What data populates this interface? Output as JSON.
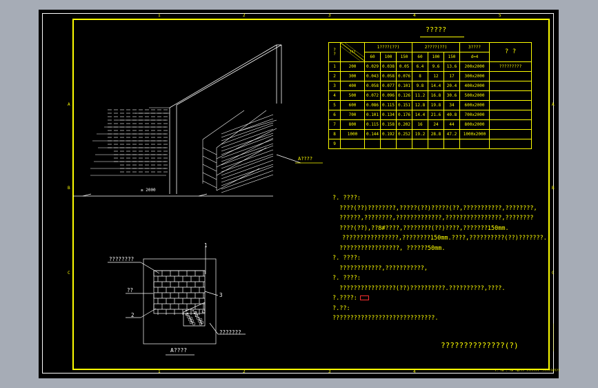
{
  "drawing": {
    "title": "?????",
    "sheet_title": "??????????????(?)",
    "title_block_text": "?. ?# . ?# -0??? ??????? .?????#???",
    "column_ticks": [
      "1",
      "2",
      "3",
      "4",
      "5"
    ],
    "row_ticks": [
      "A",
      "B",
      "C"
    ]
  },
  "table": {
    "header_no": "?\n?",
    "header_diag": "???",
    "group1": "1????(??)",
    "group2": "2????(??)",
    "group3": "3????",
    "group3_sub": "d=4",
    "group4": "?  ?",
    "sub": [
      "60",
      "100",
      "150",
      "60",
      "100",
      "150"
    ],
    "rows": [
      [
        "1",
        "200",
        "0.029",
        "0.038",
        "0.05",
        "6.4",
        "9.6",
        "13.6",
        "200x2000",
        "?????????"
      ],
      [
        "2",
        "300",
        "0.043",
        "0.058",
        "0.076",
        "8",
        "12",
        "17",
        "300x2000",
        ""
      ],
      [
        "3",
        "400",
        "0.058",
        "0.077",
        "0.101",
        "9.8",
        "14.4",
        "20.4",
        "400x2000",
        ""
      ],
      [
        "4",
        "500",
        "0.072",
        "0.096",
        "0.126",
        "11.2",
        "16.8",
        "30.6",
        "500x2000",
        ""
      ],
      [
        "5",
        "600",
        "0.086",
        "0.115",
        "0.151",
        "12.8",
        "19.8",
        "34",
        "600x2000",
        ""
      ],
      [
        "6",
        "700",
        "0.101",
        "0.134",
        "0.176",
        "14.4",
        "21.6",
        "40.8",
        "700x2000",
        ""
      ],
      [
        "7",
        "800",
        "0.115",
        "0.158",
        "0.202",
        "16",
        "24",
        "44",
        "800x2000",
        ""
      ],
      [
        "8",
        "1000",
        "0.144",
        "0.192",
        "0.252",
        "19.2",
        "28.8",
        "47.2",
        "1000x2000",
        ""
      ],
      [
        "9",
        "",
        "",
        "",
        "",
        "",
        "",
        "",
        "",
        ""
      ]
    ]
  },
  "labels": {
    "section_a": "A????",
    "dimension": "≥ 2000",
    "detail_title": "A????",
    "callout_top_left": "????????",
    "callout_mid_left": "??",
    "callout_2": "2",
    "callout_1": "1",
    "callout_3": "3",
    "callout_bottom_right": "???????"
  },
  "notes": {
    "h1": "?.  ????:",
    "l1": "????(??)????????,?????(??)?????(??,???????????,????????,",
    "l2": "??????,????????,?????????????,????????????????,????????",
    "l3": "????(??),??8#????,????????(??)????,???????150mm.",
    "l4": "????????????????,????????150mm.????,??????????(??)???????.",
    "l5": "?????????????????,       ??????50mm.",
    "h2": "?.  ????:",
    "l6": "????????????,???????????,",
    "h3": "?.  ????:",
    "l7": "????????????????(??)??????????.??????????,????.",
    "h4": "?.????:",
    "h5": "?.??:",
    "l8": "?????????????????????????????."
  }
}
